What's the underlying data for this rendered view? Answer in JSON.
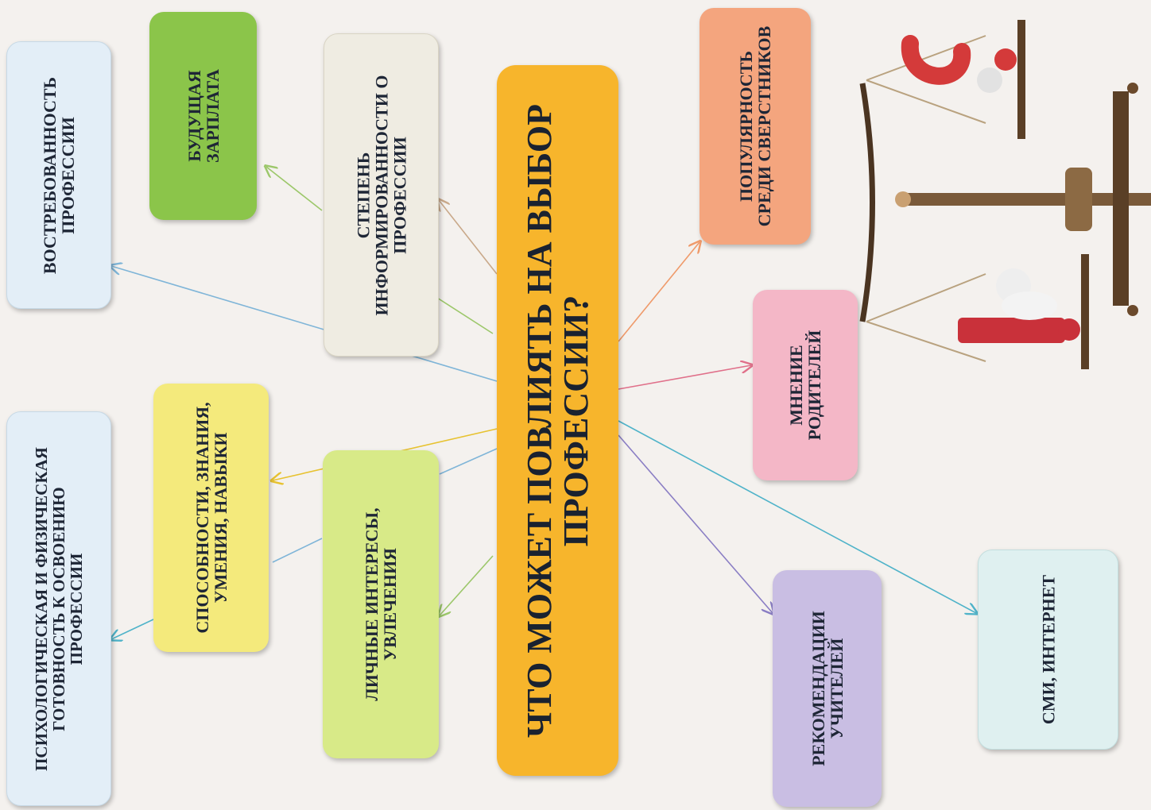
{
  "diagram": {
    "center": "ЧТО МОЖЕТ ПОВЛИЯТЬ НА ВЫБОР ПРОФЕССИИ?",
    "nodes": {
      "vostrebovannost": "ВОСТРЕБОВАННОСТЬ ПРОФЕССИИ",
      "zarplata": "БУДУЩАЯ ЗАРПЛАТА",
      "informirovannost": "СТЕПЕНЬ ИНФОРМИРОВАННОСТИ О ПРОФЕССИИ",
      "populyarnost": "ПОПУЛЯРНОСТЬ СРЕДИ СВЕРСТНИКОВ",
      "gotovnost": "ПСИХОЛОГИЧЕСКАЯ И ФИЗИЧЕСКАЯ ГОТОВНОСТЬ К ОСВОЕНИЮ ПРОФЕССИИ",
      "sposobnosti": "СПОСОБНОСТИ, ЗНАНИЯ, УМЕНИЯ, НАВЫКИ",
      "interesy": "ЛИЧНЫЕ ИНТЕРЕСЫ, УВЛЕЧЕНИЯ",
      "roditeli": "МНЕНИЕ РОДИТЕЛЕЙ",
      "uchitelya": "РЕКОМЕНДАЦИИ УЧИТЕЛЕЙ",
      "smi": "СМИ, ИНТЕРНЕТ"
    },
    "colors": {
      "center": "#f7b52c",
      "vostrebovannost": "#e3eef7",
      "zarplata": "#8bc54a",
      "informirovannost": "#efece2",
      "populyarnost": "#f4a57e",
      "gotovnost": "#e3eef7",
      "sposobnosti": "#f4ea7c",
      "interesy": "#d8ea88",
      "roditeli": "#f4b7c7",
      "uchitelya": "#c9bee3",
      "smi": "#dff0f0"
    }
  }
}
